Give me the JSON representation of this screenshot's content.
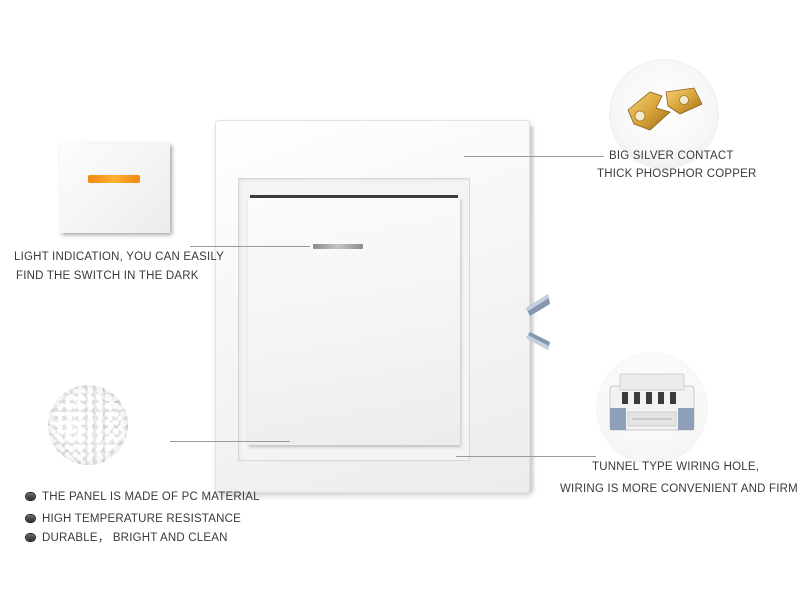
{
  "callouts": {
    "contact": {
      "line1": "BIG SILVER CONTACT",
      "line2": "THICK  PHOSPHOR COPPER"
    },
    "light": {
      "line1": "LIGHT INDICATION, YOU CAN EASILY",
      "line2": "FIND THE SWITCH IN THE DARK"
    },
    "wiring": {
      "line1": "TUNNEL TYPE WIRING HOLE,",
      "line2": "WIRING IS MORE CONVENIENT AND FIRM"
    }
  },
  "features": [
    "THE PANEL IS MADE OF PC MATERIAL",
    "HIGH TEMPERATURE RESISTANCE",
    "DURABLE， BRIGHT AND CLEAN"
  ],
  "colors": {
    "indicator_orange": "#f5951f",
    "brass": "#d9a53a",
    "panel_white": "#f4f4f4",
    "text": "#3a3a3a"
  },
  "icons": [
    "bullet-icon",
    "indicator-light-icon",
    "contact-part-icon",
    "terminal-block-icon"
  ]
}
